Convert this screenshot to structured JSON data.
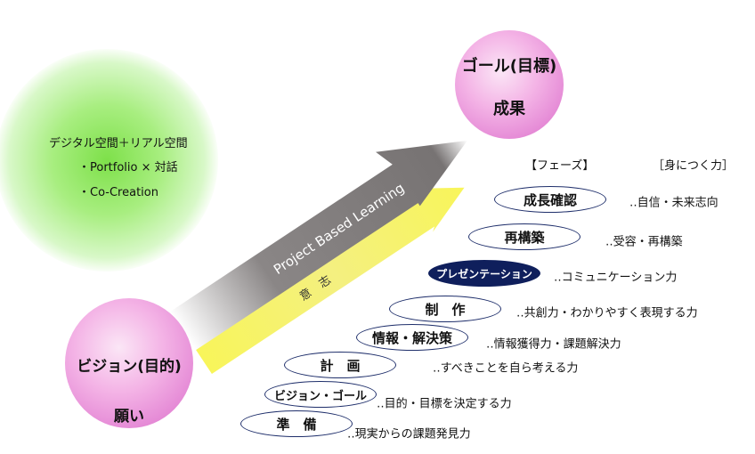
{
  "green_area": {
    "lines": [
      "デジタル空間＋リアル空間",
      "・Portfolio × 対話",
      "・Co-Creation"
    ]
  },
  "goal": {
    "title": "ゴール(目標)",
    "subtitle": "成果"
  },
  "vision": {
    "title": "ビジョン(目的)",
    "subtitle": "願い"
  },
  "arrows": {
    "main_label": "Project  Based Learning",
    "sub_label": "意　志"
  },
  "headers": {
    "phase": "【フェーズ】",
    "skill": "［身につく力］"
  },
  "phases": [
    {
      "label": "成長確認",
      "skill": "‥自信・未来志向"
    },
    {
      "label": "再構築",
      "skill": "‥受容・再構築"
    },
    {
      "label": "プレゼンテーション",
      "skill": "‥コミュニケーション力",
      "highlighted": true
    },
    {
      "label": "制　作",
      "skill": "‥共創力・わかりやすく表現する力"
    },
    {
      "label": "情報・解決策",
      "skill": "‥情報獲得力・課題解決力"
    },
    {
      "label": "計　画",
      "skill": "‥すべきことを自ら考える力"
    },
    {
      "label": "ビジョン・ゴール",
      "skill": "‥目的・目標を決定する力"
    },
    {
      "label": "準　備",
      "skill": "‥現実からの課題発見力"
    }
  ],
  "colors": {
    "highlight": "#0f1f5c",
    "outline": "#1f2f6b",
    "arrow_main": "#777373",
    "arrow_sub": "#f8f55a"
  }
}
